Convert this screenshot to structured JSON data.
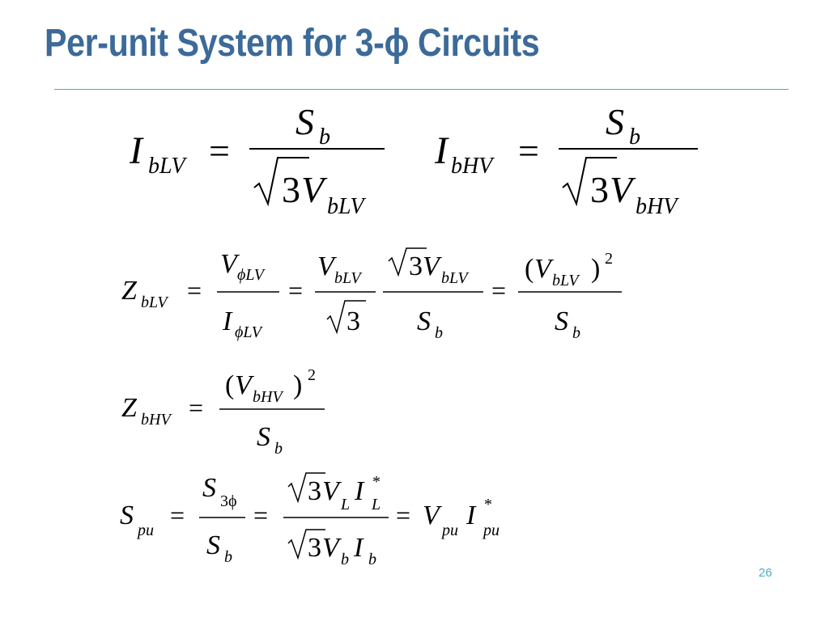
{
  "slide": {
    "title": "Per-unit System for 3-ϕ Circuits",
    "page_number": "26",
    "accent_color": "#4BACC6",
    "title_color": "#3C6A99"
  },
  "equations": {
    "eq1_lv": {
      "lhs": "I",
      "lhs_sub": "bLV",
      "eq": "=",
      "num": "S",
      "num_sub": "b",
      "den_coef": "3",
      "den_var": "V",
      "den_sub": "bLV"
    },
    "eq1_hv": {
      "lhs": "I",
      "lhs_sub": "bHV",
      "eq": "=",
      "num": "S",
      "num_sub": "b",
      "den_coef": "3",
      "den_var": "V",
      "den_sub": "bHV"
    },
    "eq2": {
      "lhs": "Z",
      "lhs_sub": "bLV",
      "eq": "=",
      "f1_num": "V",
      "f1_num_sub": "ϕLV",
      "f1_den": "I",
      "f1_den_sub": "ϕLV",
      "f2_num": "V",
      "f2_num_sub": "bLV",
      "f2_den": "3",
      "f3_coef": "3",
      "f3_num": "V",
      "f3_num_sub": "bLV",
      "f3_den": "S",
      "f3_den_sub": "b",
      "f4_num_open": "(",
      "f4_num": "V",
      "f4_num_sub": "bLV",
      "f4_num_close": ")",
      "f4_exp": "2",
      "f4_den": "S",
      "f4_den_sub": "b"
    },
    "eq3": {
      "lhs": "Z",
      "lhs_sub": "bHV",
      "eq": "=",
      "num_open": "(",
      "num": "V",
      "num_sub": "bHV",
      "num_close": ")",
      "num_exp": "2",
      "den": "S",
      "den_sub": "b"
    },
    "eq4": {
      "lhs": "S",
      "lhs_sub": "pu",
      "eq": "=",
      "f1_num": "S",
      "f1_num_sub": "3ϕ",
      "f1_den": "S",
      "f1_den_sub": "b",
      "f2_coef": "3",
      "f2_num_v": "V",
      "f2_num_v_sub": "L",
      "f2_num_i": "I",
      "f2_num_i_sub": "L",
      "f2_num_i_sup": "*",
      "f2_den_coef": "3",
      "f2_den_v": "V",
      "f2_den_v_sub": "b",
      "f2_den_i": "I",
      "f2_den_i_sub": "b",
      "rhs_v": "V",
      "rhs_v_sub": "pu",
      "rhs_i": "I",
      "rhs_i_sub": "pu",
      "rhs_i_sup": "*"
    }
  }
}
